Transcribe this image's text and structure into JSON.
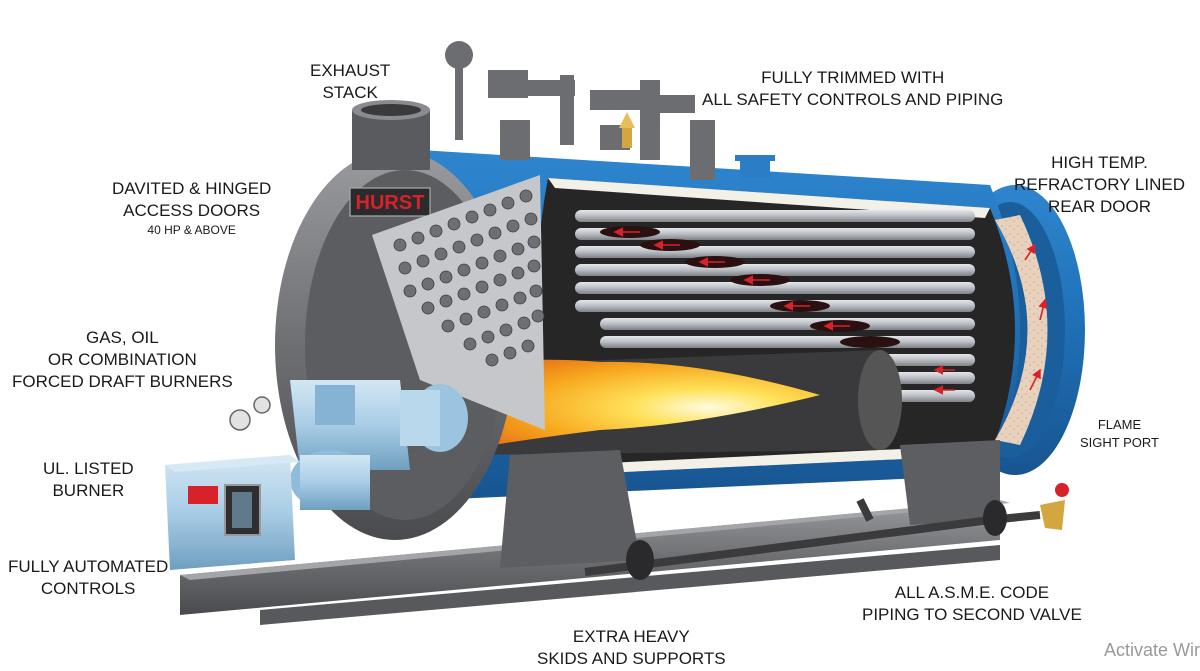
{
  "labels": {
    "exhaust_stack": [
      "EXHAUST",
      "STACK"
    ],
    "safety_controls": [
      "FULLY TRIMMED WITH",
      "ALL SAFETY CONTROLS AND PIPING"
    ],
    "access_doors": [
      "DAVITED & HINGED",
      "ACCESS DOORS"
    ],
    "access_doors_note": "40 HP & ABOVE",
    "rear_door": [
      "HIGH TEMP.",
      "REFRACTORY LINED",
      "REAR DOOR"
    ],
    "burners": [
      "GAS, OIL",
      "OR COMBINATION",
      "FORCED DRAFT BURNERS"
    ],
    "listed_burner": [
      "UL. LISTED",
      "BURNER"
    ],
    "flame_port": [
      "FLAME",
      "SIGHT PORT"
    ],
    "automated_controls": [
      "FULLY AUTOMATED",
      "CONTROLS"
    ],
    "asme_piping": [
      "ALL A.S.M.E. CODE",
      "PIPING TO SECOND VALVE"
    ],
    "skids": [
      "EXTRA HEAVY",
      "SKIDS AND SUPPORTS"
    ]
  },
  "brand": "HURST",
  "watermark": "Activate Wir",
  "colors": {
    "shell_blue": "#1f6fb5",
    "steel_gray": "#6e6f73",
    "dark_gray": "#3b3b3d",
    "tube_gray": "#b9bcc2",
    "flame_yellow": "#ffe25a",
    "flame_orange": "#f28a1e",
    "refractory": "#e9d2bd",
    "burner_blue": "#a9cde6",
    "arrow_red": "#d8222a"
  }
}
